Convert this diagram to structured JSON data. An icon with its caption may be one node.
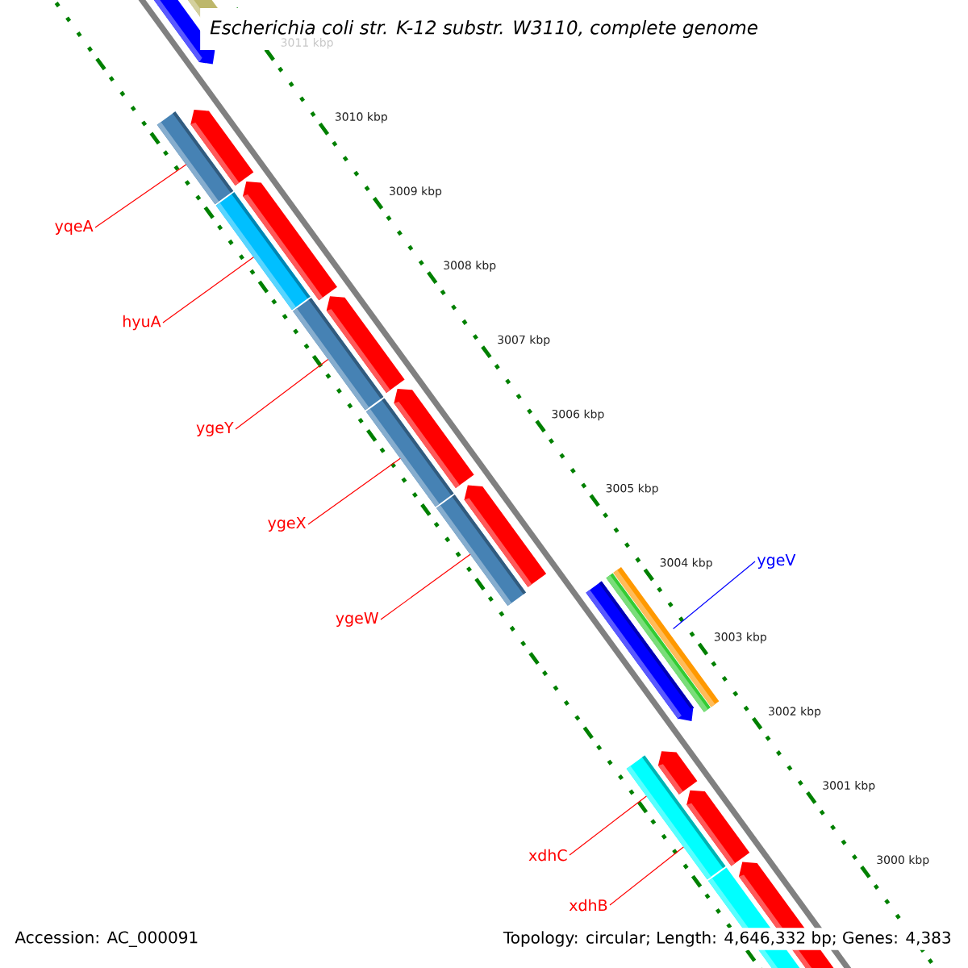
{
  "diagram": {
    "title": "Escherichia coli str. K-12 substr. W3110, complete genome",
    "nodes": [
      {
        "text": [
          "yqeA"
        ]
      },
      {
        "text": [
          "hyuA"
        ]
      },
      {
        "text": [
          "ygeY"
        ]
      },
      {
        "text": [
          "ygeX"
        ]
      },
      {
        "text": [
          "ygeW"
        ]
      },
      {
        "text": [
          "ygeV"
        ]
      },
      {
        "text": [
          "xdhC"
        ]
      },
      {
        "text": [
          "xdhB"
        ]
      },
      {
        "text": [],
        "shape": "bar"
      },
      {
        "text": [],
        "shape": "bar"
      },
      {
        "text": [],
        "shape": "bar"
      },
      {
        "text": [],
        "shape": "bar"
      },
      {
        "text": [],
        "shape": "bar"
      },
      {
        "text": [],
        "shape": "bar"
      },
      {
        "text": [],
        "shape": "bar"
      }
    ],
    "edges": [
      {
        "from": 0,
        "to": 8,
        "arrow": "none"
      },
      {
        "from": 1,
        "to": 9,
        "arrow": "none"
      },
      {
        "from": 2,
        "to": 10,
        "arrow": "none"
      },
      {
        "from": 3,
        "to": 11,
        "arrow": "none"
      },
      {
        "from": 4,
        "to": 12,
        "arrow": "none"
      },
      {
        "from": 5,
        "to": 13,
        "arrow": "none",
        "color": "#0000ff"
      },
      {
        "from": 6,
        "to": 14,
        "arrow": "none"
      },
      {
        "from": 7,
        "to": 14,
        "arrow": "none"
      }
    ],
    "labels": [
      "3011 kbp",
      "3010 kbp",
      "3009 kbp",
      "3008 kbp",
      "3007 kbp",
      "3006 kbp",
      "3005 kbp",
      "3004 kbp",
      "3003 kbp",
      "3002 kbp",
      "3001 kbp",
      "3000 kbp",
      "Accession: AC_000091",
      "Topology: circular; Length: 4,646,332 bp; Genes: 4,383"
    ]
  }
}
